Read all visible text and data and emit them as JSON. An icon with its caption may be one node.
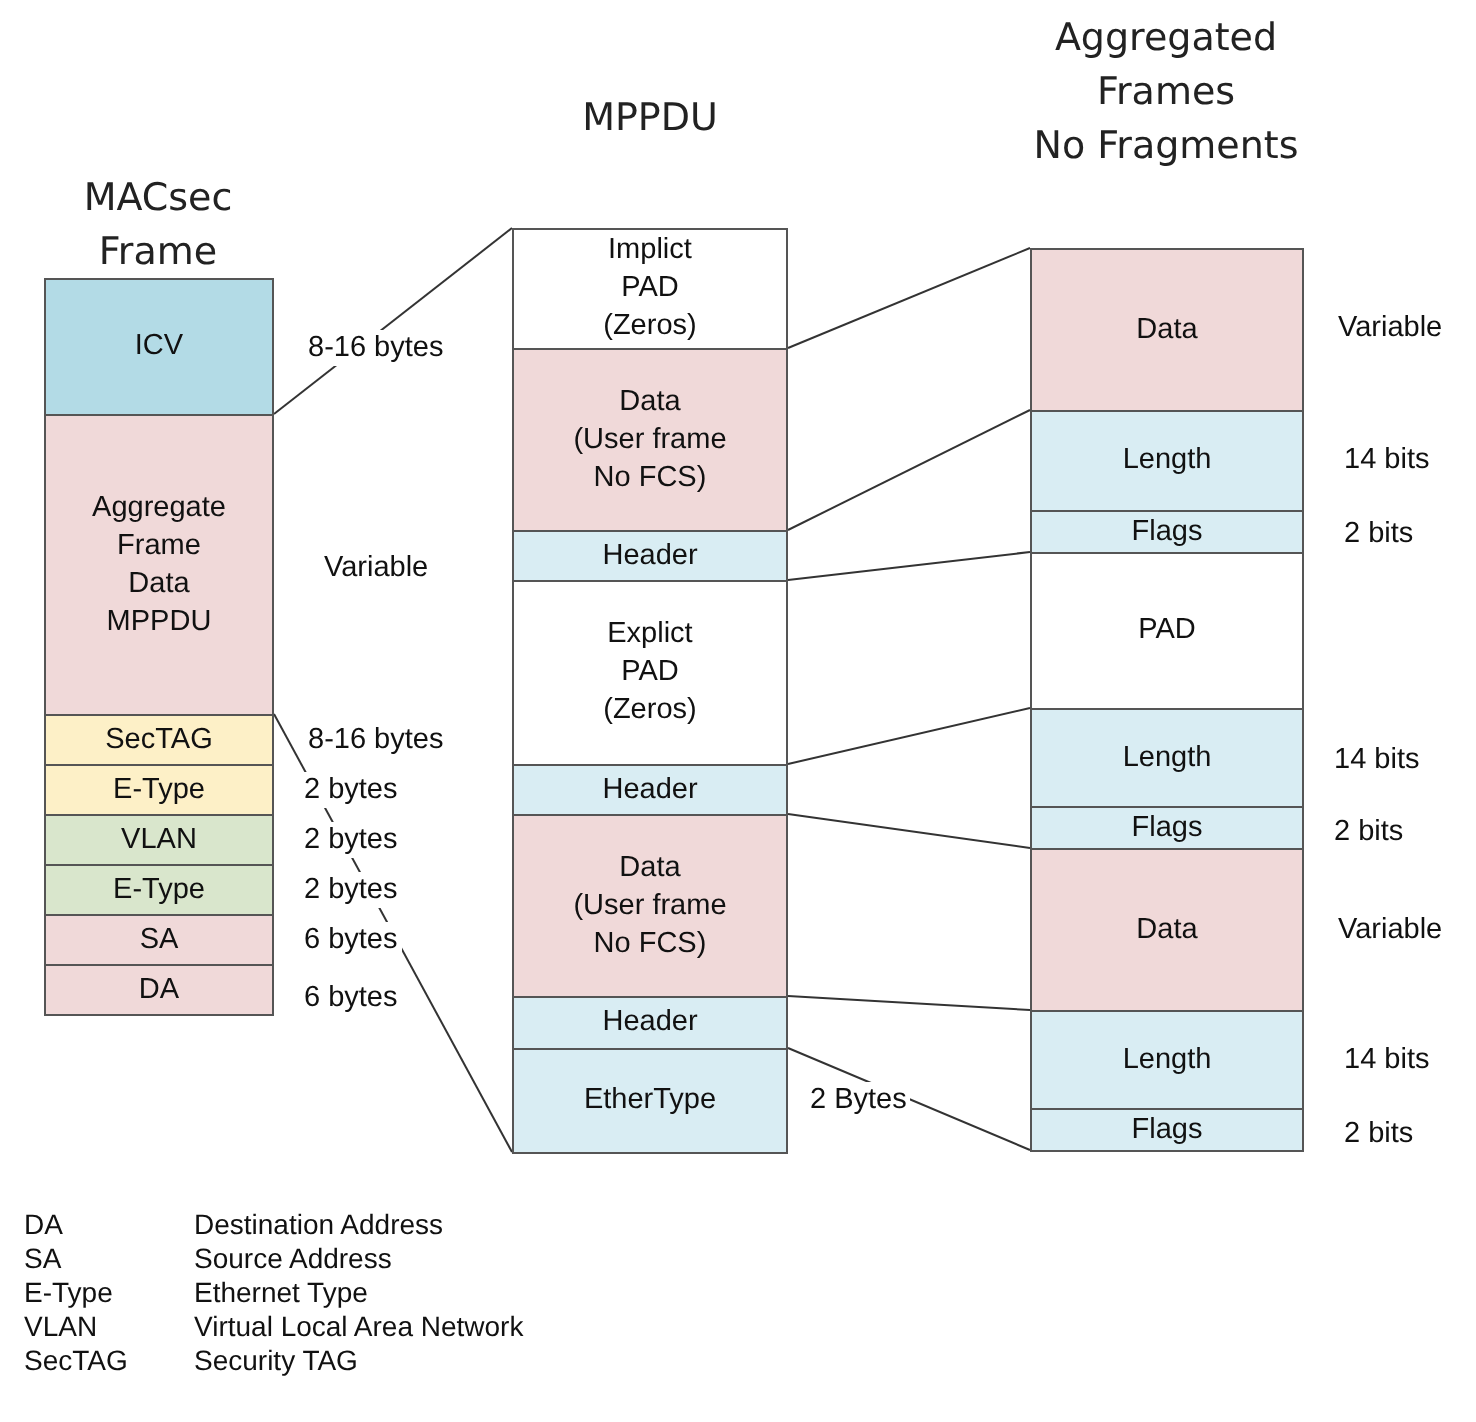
{
  "diagram": {
    "nodes": [
      {
        "text": [
          "ICV"
        ],
        "beside": [
          "8-16  bytes"
        ]
      },
      {
        "text": [
          "Aggregate Frame Data MPPDU"
        ],
        "beside": [
          "Variable"
        ]
      },
      {
        "text": [
          "SecTAG"
        ],
        "beside": [
          "8-16  bytes"
        ]
      },
      {
        "text": [
          "E-Type"
        ],
        "beside": [
          "2 bytes"
        ]
      },
      {
        "text": [
          "VLAN"
        ],
        "beside": [
          "2 bytes"
        ]
      },
      {
        "text": [
          "E-Type"
        ],
        "beside": [
          "2 bytes"
        ]
      },
      {
        "text": [
          "SA"
        ],
        "beside": [
          "6 bytes"
        ]
      },
      {
        "text": [
          "DA"
        ],
        "beside": [
          "6 bytes"
        ]
      },
      {
        "text": [
          "Implict PAD (Zeros)"
        ]
      },
      {
        "text": [
          "Data (User  frame No FCS)"
        ]
      },
      {
        "text": [
          "Header"
        ]
      },
      {
        "text": [
          "Explict PAD (Zeros)"
        ]
      },
      {
        "text": [
          "Header"
        ]
      },
      {
        "text": [
          "Data (User  frame No FCS)"
        ]
      },
      {
        "text": [
          "Header"
        ]
      },
      {
        "text": [
          "EtherType"
        ],
        "beside": [
          "2 Bytes"
        ]
      },
      {
        "text": [
          "Data"
        ],
        "beside": [
          "Variable"
        ]
      },
      {
        "text": [
          "Length"
        ],
        "beside": [
          "14 bits"
        ]
      },
      {
        "text": [
          "Flags"
        ],
        "beside": [
          "2 bits"
        ]
      },
      {
        "text": [
          "PAD"
        ]
      },
      {
        "text": [
          "Length"
        ],
        "beside": [
          "14 bits"
        ]
      },
      {
        "text": [
          "Flags"
        ],
        "beside": [
          "2 bits"
        ]
      },
      {
        "text": [
          "Data"
        ],
        "beside": [
          "Variable"
        ]
      },
      {
        "text": [
          "Length"
        ],
        "beside": [
          "14 bits"
        ]
      },
      {
        "text": [
          "Flags"
        ],
        "beside": [
          "2 bits"
        ]
      }
    ],
    "edges": [
      {
        "from": 1,
        "to": 8,
        "arrow": "none"
      },
      {
        "from": 1,
        "to": 15,
        "arrow": "none"
      },
      {
        "from": 8,
        "to": 16,
        "arrow": "none"
      },
      {
        "from": 9,
        "to": 17,
        "arrow": "none"
      },
      {
        "from": 10,
        "to": 18,
        "arrow": "none"
      },
      {
        "from": 11,
        "to": 20,
        "arrow": "none"
      },
      {
        "from": 12,
        "to": 21,
        "arrow": "none"
      },
      {
        "from": 13,
        "to": 23,
        "arrow": "none"
      },
      {
        "from": 14,
        "to": 24,
        "arrow": "none"
      }
    ],
    "labels": [
      "Aggregated Frames No Fragments",
      "MPPDU",
      "MACsec Frame",
      "DA",
      "Destination Address",
      "SA",
      "Source Address",
      "E-Type",
      "Ethernet Type",
      "VLAN",
      "Virtual Local Area Network",
      "SecTAG",
      "Security TAG"
    ]
  }
}
